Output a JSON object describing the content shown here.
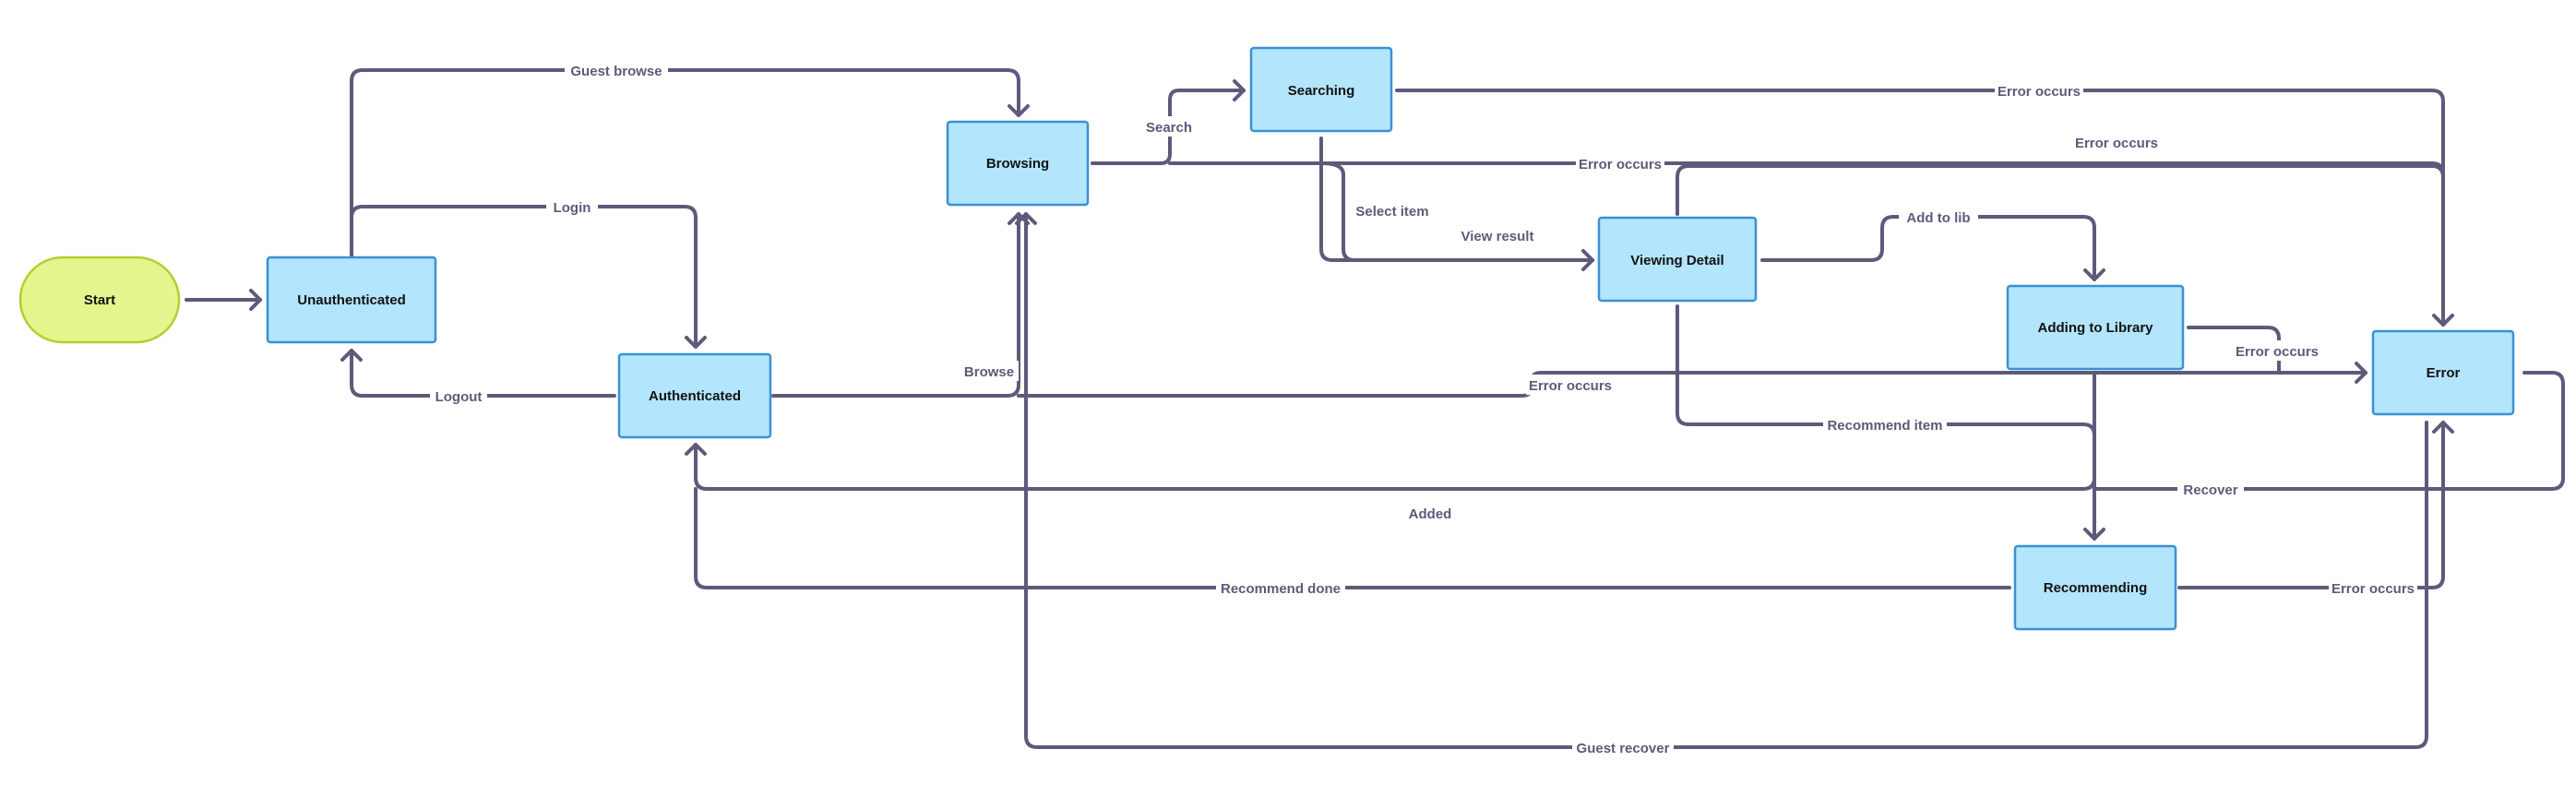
{
  "diagram": {
    "colors": {
      "edge": "#5d5a7a",
      "state_fill": "#b3e5fc",
      "state_border": "#3b90d4",
      "start_fill": "#e6f48e",
      "start_border": "#b2cf2f"
    },
    "nodes": {
      "start": "Start",
      "unauthenticated": "Unauthenticated",
      "authenticated": "Authenticated",
      "browsing": "Browsing",
      "searching": "Searching",
      "viewing_detail": "Viewing Detail",
      "adding_to_library": "Adding to Library",
      "recommending": "Recommending",
      "error": "Error"
    },
    "edges": {
      "guest_browse": "Guest browse",
      "login": "Login",
      "logout": "Logout",
      "browse": "Browse",
      "search": "Search",
      "select_item": "Select item",
      "view_result": "View result",
      "add_to_lib": "Add to lib",
      "recommend_item": "Recommend item",
      "added": "Added",
      "recommend_done": "Recommend done",
      "recover": "Recover",
      "guest_recover": "Guest recover",
      "error_searching": "Error occurs",
      "error_browsing": "Error occurs",
      "error_viewing": "Error occurs",
      "error_adding": "Error occurs",
      "error_authenticated": "Error occurs",
      "error_recommending": "Error occurs"
    }
  }
}
